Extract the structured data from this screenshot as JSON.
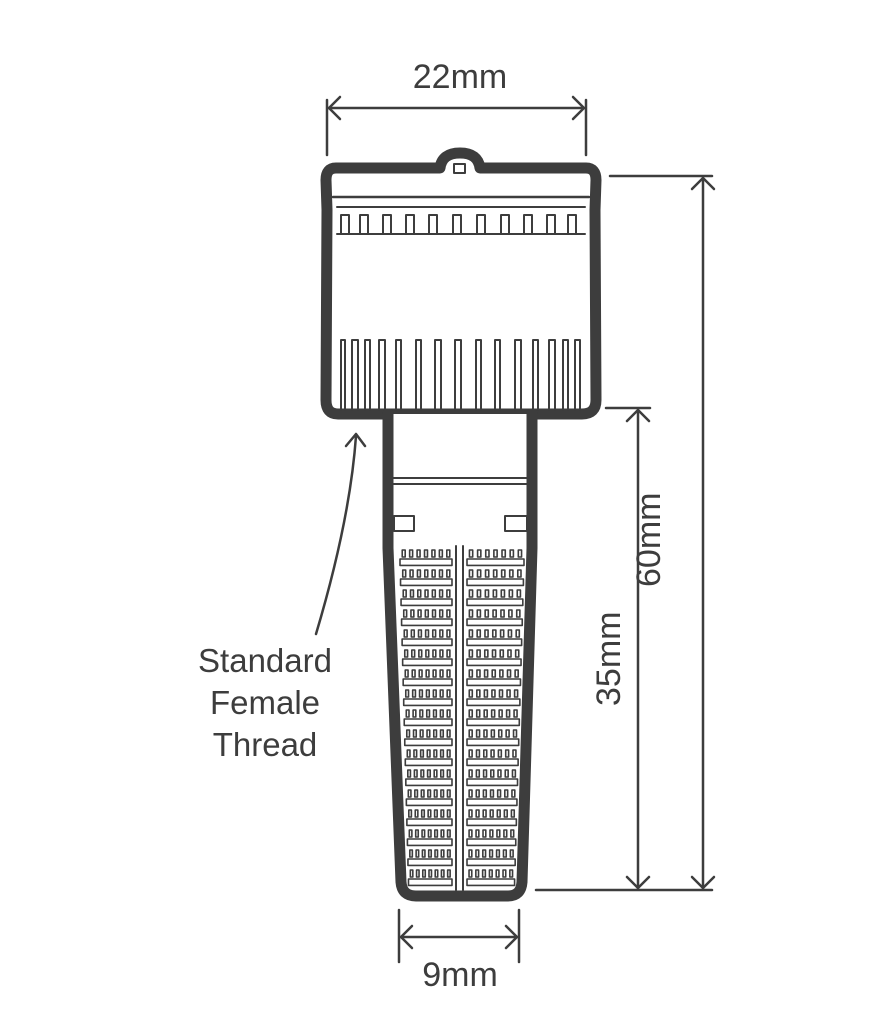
{
  "diagram": {
    "subject": "Threaded filter / strainer nozzle",
    "colors": {
      "outline": "#3d3d3d",
      "background": "#ffffff"
    },
    "dimensions": {
      "top_width": "22mm",
      "bottom_width": "9mm",
      "total_height": "60mm",
      "lower_height": "35mm"
    },
    "callout": {
      "lines": [
        "Standard",
        "Female",
        "Thread"
      ]
    }
  }
}
